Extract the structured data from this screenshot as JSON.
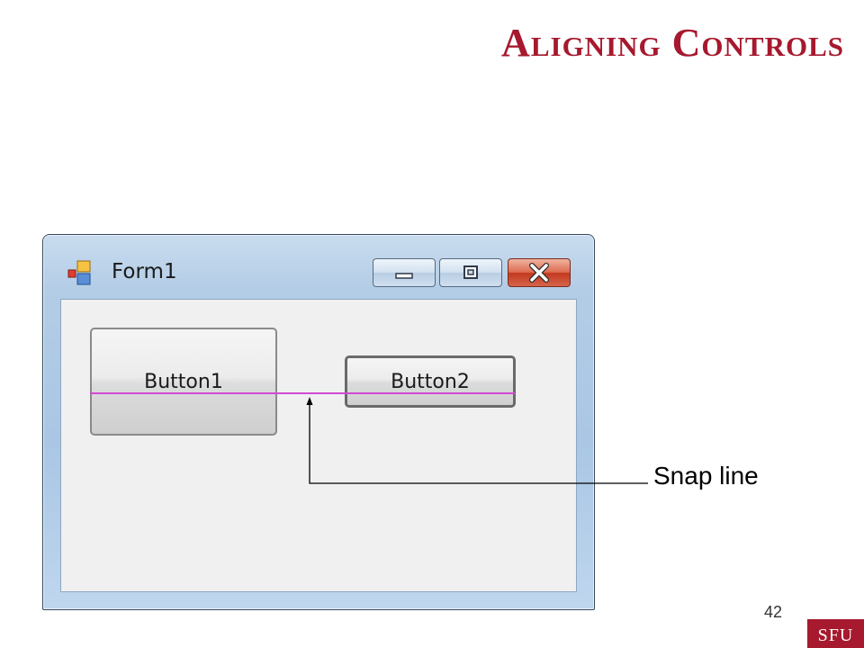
{
  "slide": {
    "title": "Aligning Controls",
    "page_number": "42",
    "logo_text": "SFU"
  },
  "window": {
    "title": "Form1",
    "icon": "form-app-icon",
    "caption_buttons": [
      "minimize-icon",
      "maximize-icon",
      "close-icon"
    ],
    "buttons": [
      {
        "label": "Button1"
      },
      {
        "label": "Button2"
      }
    ],
    "snap_line_color": "#d24ad2"
  },
  "annotation": {
    "label": "Snap line"
  },
  "colors": {
    "accent": "#a6192e"
  }
}
